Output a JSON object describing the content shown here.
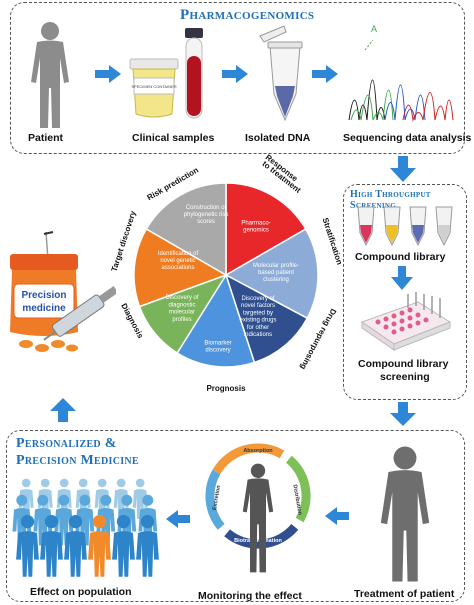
{
  "pharmacogenomics": {
    "title": "Pharmacogenomics",
    "steps": [
      "Patient",
      "Clinical samples",
      "Isolated DNA",
      "Sequencing data analysis"
    ],
    "container_label": "SPECIMEN CONTAINER",
    "seq_letter": "A"
  },
  "hts": {
    "title": "High Throughput Screening",
    "compound_library": "Compound library",
    "compound_library_screening": [
      "Compound library",
      "screening"
    ]
  },
  "personalized": {
    "title_line1": "Personalized &",
    "title_line2": "Precision Medicine",
    "effect_on_population": "Effect on population",
    "monitoring": "Monitoring the effect",
    "treatment": "Treatment of patient",
    "adme": [
      "Absorption",
      "Distribution",
      "Biotransformation",
      "Excretion"
    ]
  },
  "syringe_label": [
    "Precision",
    "medicine"
  ],
  "wheel": {
    "outer_labels": {
      "response": [
        "Response",
        "to treatment"
      ],
      "stratification": "Stratification",
      "repurposing": "Drug repurposing",
      "prognosis": "Prognosis",
      "diagnosis": "Diagnosis",
      "target": "Target discovery",
      "risk": "Risk prediction"
    },
    "sectors": [
      {
        "name": "pharmacogenomics",
        "lines": [
          "Pharmaco-",
          "genomics"
        ],
        "color": "#e8272a"
      },
      {
        "name": "clustering",
        "lines": [
          "Molecular profile-",
          "based patient",
          "clustering"
        ],
        "color": "#8cabd6"
      },
      {
        "name": "repurposing",
        "lines": [
          "Discovery of",
          "novel factors",
          "targeted by",
          "existing drugs",
          "for other",
          "indications"
        ],
        "color": "#2f4f8f"
      },
      {
        "name": "biomarker",
        "lines": [
          "Biomarker",
          "discovery"
        ],
        "color": "#4e93dd"
      },
      {
        "name": "diagnostic",
        "lines": [
          "Discovery of",
          "diagnostic",
          "molecular",
          "profiles"
        ],
        "color": "#79b35a"
      },
      {
        "name": "genetic",
        "lines": [
          "Identification of",
          "novel genetic",
          "associations"
        ],
        "color": "#f07c22"
      },
      {
        "name": "phylogenetic",
        "lines": [
          "Construction of",
          "phylogenetic risk",
          "scores"
        ],
        "color": "#a9a9a9"
      }
    ]
  }
}
